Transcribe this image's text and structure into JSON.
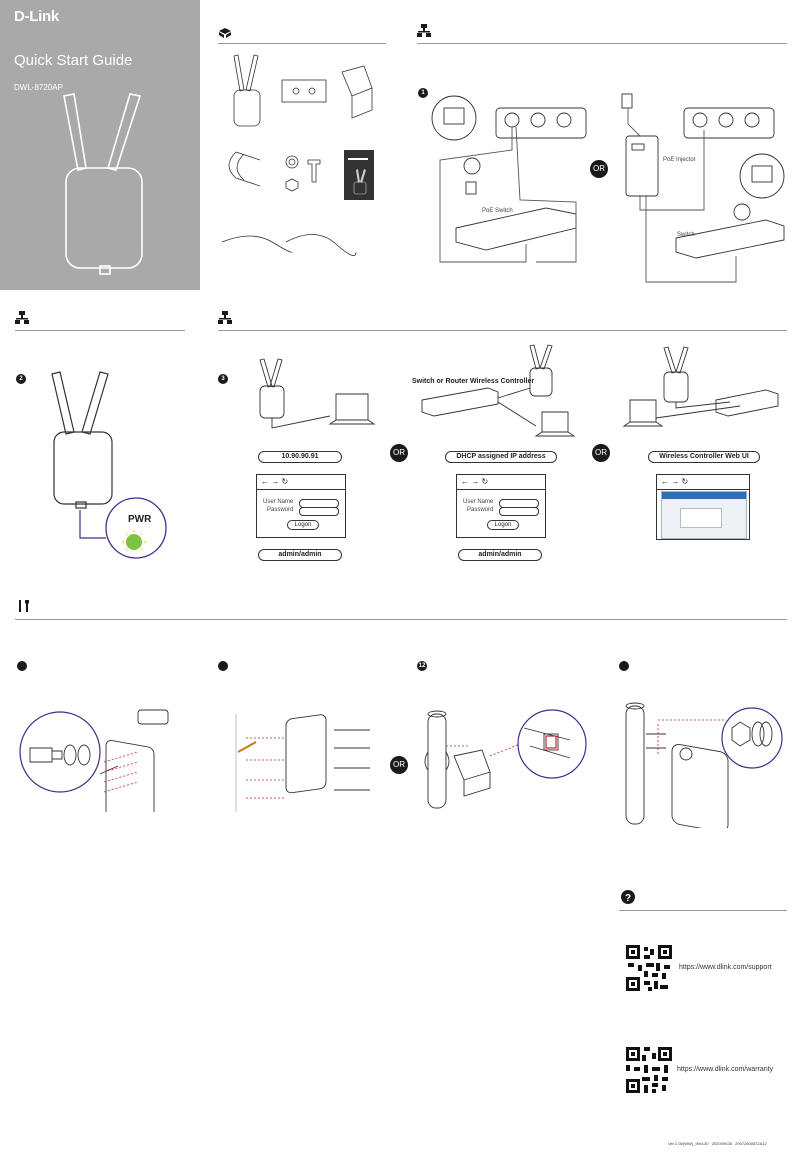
{
  "cover": {
    "brand": "D-Link",
    "title": "Quick Start Guide",
    "model": "DWL-8720AP"
  },
  "steps": {
    "one": "1",
    "two": "2",
    "three": "3",
    "mount_c": "12"
  },
  "connect": {
    "poe_switch": "PoE Switch",
    "poe_injector": "PoE Injector",
    "switch": "Switch",
    "or": "OR"
  },
  "led": {
    "label": "PWR"
  },
  "access": {
    "ip": "10.90.90.91",
    "dhcp": "DHCP assigned IP address",
    "wlc_heading": "Switch or Router Wireless Controller",
    "wlc_ui": "Wireless Controller Web UI",
    "username_label": "User Name",
    "password_label": "Password",
    "logon": "Logon",
    "credentials": "admin/admin",
    "nav_glyphs": "← → ↻"
  },
  "support": {
    "support_url": "https://www.dlink.com/support",
    "warranty_url": "https://www.dlink.com/warranty"
  },
  "footer": {
    "version": "Ver 2.00(WW)_90x130   2020/09/28   29072600872A12"
  }
}
